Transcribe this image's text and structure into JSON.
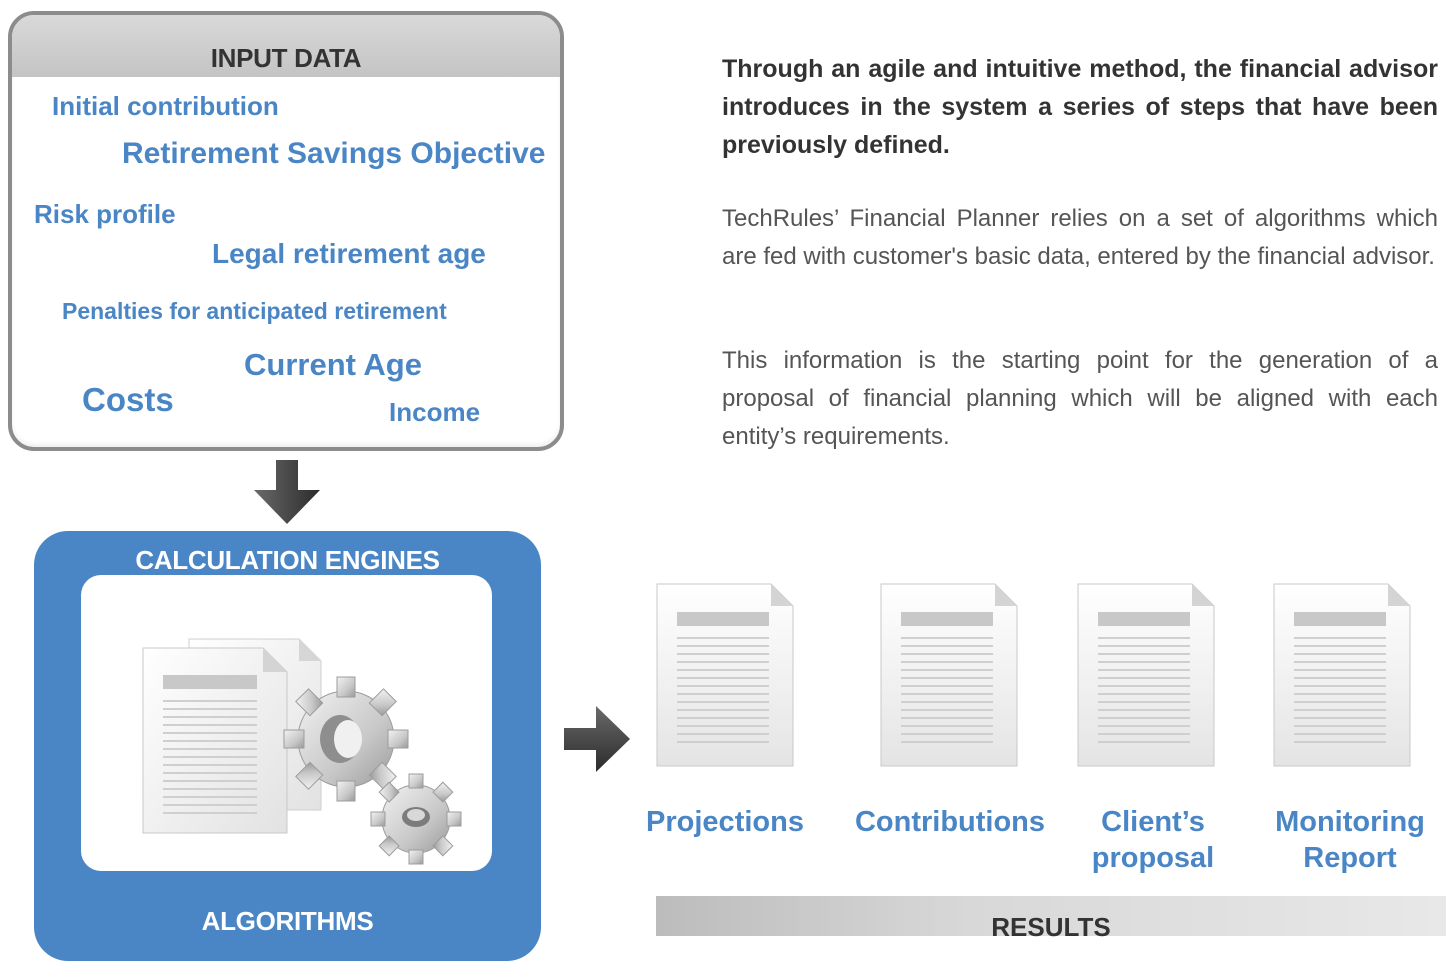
{
  "input_data": {
    "title": "INPUT DATA",
    "terms": {
      "initial_contribution": "Initial contribution",
      "retirement_savings_objective": "Retirement Savings Objective",
      "risk_profile": "Risk profile",
      "legal_retirement_age": "Legal retirement age",
      "penalties": "Penalties for anticipated retirement",
      "current_age": "Current Age",
      "costs": "Costs",
      "income": "Income"
    }
  },
  "calculation": {
    "title": "CALCULATION ENGINES",
    "footer": "ALGORITHMS"
  },
  "description": {
    "intro": "Through an agile and intuitive method, the financial advisor introduces in the system a series of steps that have been previously defined.",
    "paragraph_1": "TechRules’ Financial Planner relies on a set of algorithms which are fed with customer's basic data, entered by the financial advisor.",
    "paragraph_2": "This information is the starting point for the generation of a proposal of financial planning which will be aligned with each entity’s requirements."
  },
  "results": {
    "title": "RESULTS",
    "items": [
      {
        "label": "Projections"
      },
      {
        "label": "Contributions"
      },
      {
        "label": "Client’s\nproposal"
      },
      {
        "label": "Monitoring\nReport"
      }
    ]
  },
  "colors": {
    "accent_blue": "#4a86c5",
    "border_gray": "#8c8c8c",
    "header_gray": "#cfcfcf",
    "dark_text": "#333333"
  },
  "icons": [
    "arrow-down-icon",
    "arrow-right-icon",
    "document-icon",
    "gear-icon"
  ]
}
